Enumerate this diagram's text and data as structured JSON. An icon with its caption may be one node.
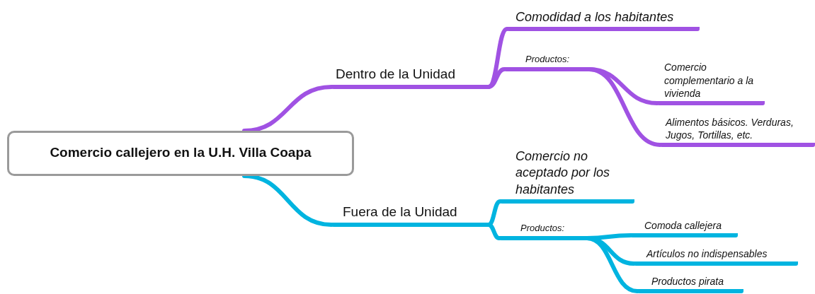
{
  "diagram": {
    "nodes": [
      {
        "text": [
          "Comercio callejero en la U.H. Villa Coapa"
        ]
      },
      {
        "text": [
          "Dentro de la Unidad"
        ]
      },
      {
        "text": [
          "Comodidad a los habitantes"
        ]
      },
      {
        "text": [
          "Productos:"
        ]
      },
      {
        "text": [
          "Comercio complementario a la vivienda"
        ]
      },
      {
        "text": [
          "Alimentos básicos. Verduras, Jugos, Tortillas, etc."
        ]
      },
      {
        "text": [
          "Fuera de la Unidad"
        ]
      },
      {
        "text": [
          "Comercio no aceptado por los habitantes"
        ]
      },
      {
        "text": [
          "Productos:"
        ]
      },
      {
        "text": [
          "Comoda callejera"
        ]
      },
      {
        "text": [
          "Artículos no indispensables"
        ]
      },
      {
        "text": [
          "Productos pirata"
        ]
      }
    ],
    "edges": [
      {
        "from": 0,
        "to": 1,
        "arrow": "none",
        "color": "#a052e3"
      },
      {
        "from": 1,
        "to": 2,
        "arrow": "none",
        "color": "#a052e3"
      },
      {
        "from": 1,
        "to": 3,
        "arrow": "none",
        "color": "#a052e3"
      },
      {
        "from": 3,
        "to": 4,
        "arrow": "none",
        "color": "#a052e3"
      },
      {
        "from": 3,
        "to": 5,
        "arrow": "none",
        "color": "#a052e3"
      },
      {
        "from": 0,
        "to": 6,
        "arrow": "none"
      },
      {
        "from": 6,
        "to": 7,
        "arrow": "none"
      },
      {
        "from": 6,
        "to": 8,
        "arrow": "none"
      },
      {
        "from": 8,
        "to": 9,
        "arrow": "none"
      },
      {
        "from": 8,
        "to": 10,
        "arrow": "none"
      },
      {
        "from": 8,
        "to": 11,
        "arrow": "none"
      }
    ]
  }
}
